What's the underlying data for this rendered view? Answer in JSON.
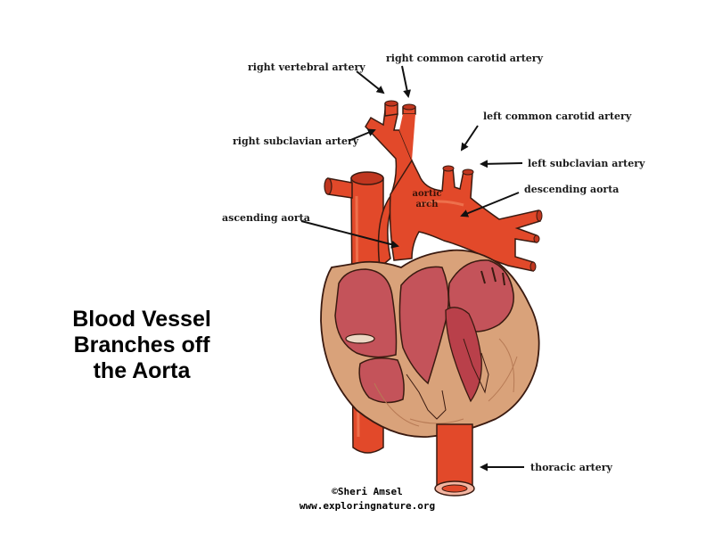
{
  "title": {
    "line1": "Blood Vessel",
    "line2": "Branches off",
    "line3": "the Aorta"
  },
  "labels": {
    "right_vertebral_artery": "right vertebral artery",
    "right_common_carotid_artery": "right common carotid artery",
    "left_common_carotid_artery": "left common carotid artery",
    "right_subclavian_artery": "right  subclavian artery",
    "left_subclavian_artery": "left subclavian artery",
    "descending_aorta": "descending aorta",
    "ascending_aorta": "ascending aorta",
    "thoracic_artery": "thoracic artery"
  },
  "aortic_arch": {
    "line1": "aortic",
    "line2": "arch"
  },
  "credit": {
    "author": "©Sheri Amsel",
    "website": "www.exploringnature.org"
  },
  "colors": {
    "artery": "#e2492a",
    "artery_dark": "#b8321c",
    "chamber": "#c4535a",
    "muscle": "#d9a27a",
    "outline": "#3a1a10"
  }
}
